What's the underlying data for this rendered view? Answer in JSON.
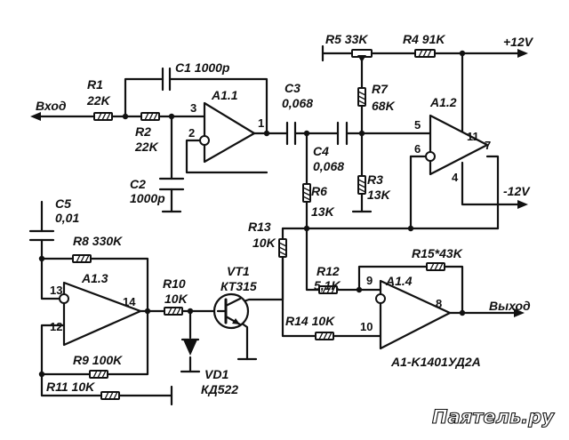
{
  "labels": {
    "input": "Вход",
    "output": "Выход",
    "plus12": "+12V",
    "minus12": "-12V",
    "chip": "A1-K1401УД2А",
    "watermark": "Паятель.ру"
  },
  "resistors": {
    "R1": {
      "name": "R1",
      "value": "22K"
    },
    "R2": {
      "name": "R2",
      "value": "22K"
    },
    "R3": {
      "name": "R3",
      "value": "13K"
    },
    "R4": {
      "name": "R4 91K"
    },
    "R5": {
      "name": "R5 33K"
    },
    "R6": {
      "name": "R6",
      "value": "13K"
    },
    "R7": {
      "name": "R7",
      "value": "68K"
    },
    "R8": {
      "name": "R8 330K"
    },
    "R9": {
      "name": "R9 100K"
    },
    "R10": {
      "name": "R10",
      "value": "10K"
    },
    "R11": {
      "name": "R11 10K"
    },
    "R12": {
      "name": "R12",
      "value": "5,1K"
    },
    "R13": {
      "name": "R13",
      "value": "10K"
    },
    "R14": {
      "name": "R14 10K"
    },
    "R15": {
      "name": "R15*43K"
    }
  },
  "capacitors": {
    "C1": {
      "name": "C1 1000p"
    },
    "C2": {
      "name": "C2",
      "value": "1000p"
    },
    "C3": {
      "name": "C3",
      "value": "0,068"
    },
    "C4": {
      "name": "C4",
      "value": "0,068"
    },
    "C5": {
      "name": "C5",
      "value": "0,01"
    }
  },
  "opamps": {
    "A11": {
      "name": "A1.1",
      "pins": [
        "3",
        "2",
        "1"
      ]
    },
    "A12": {
      "name": "A1.2",
      "pins": [
        "5",
        "6",
        "11",
        "7",
        "4"
      ]
    },
    "A13": {
      "name": "A1.3",
      "pins": [
        "13",
        "12",
        "14"
      ]
    },
    "A14": {
      "name": "A1.4",
      "pins": [
        "9",
        "10",
        "8"
      ]
    }
  },
  "transistor": {
    "name": "VT1",
    "type": "КТ315"
  },
  "diode": {
    "name": "VD1",
    "type": "КД522"
  }
}
